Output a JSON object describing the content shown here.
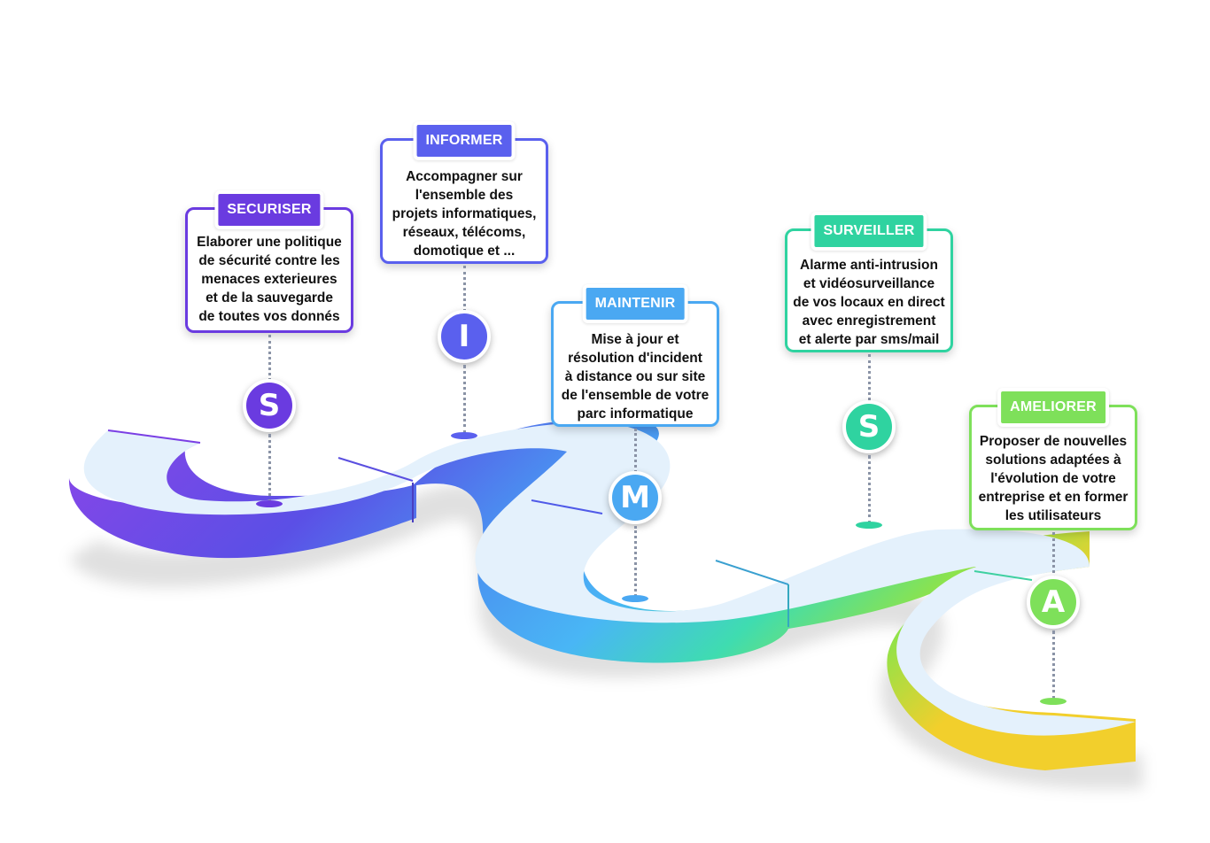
{
  "steps": [
    {
      "title": "SECURISER",
      "text": "Elaborer une politique\nde sécurité contre les\nmenaces exterieures\net de la sauvegarde\nde toutes vos donnés",
      "badge": "S",
      "icon": "s-letter-icon",
      "color": "#6a3be0"
    },
    {
      "title": "INFORMER",
      "text": "Accompagner sur\nl'ensemble des\nprojets informatiques,\nréseaux, télécoms,\ndomotique et ...",
      "badge": "I",
      "icon": "i-letter-icon",
      "color": "#5a60ee"
    },
    {
      "title": "MAINTENIR",
      "text": "Mise à jour et\nrésolution d'incident\nà distance ou sur site\nde l'ensemble de votre\nparc informatique",
      "badge": "M",
      "icon": "m-letter-icon",
      "color": "#4aa8f2"
    },
    {
      "title": "SURVEILLER",
      "text": "Alarme anti-intrusion\net vidéosurveillance\nde vos locaux en direct\navec enregistrement\net alerte par sms/mail",
      "badge": "S",
      "icon": "s-letter-icon",
      "color": "#2fd3a0"
    },
    {
      "title": "AMELIORER",
      "text": "Proposer de nouvelles\nsolutions adaptées à\nl'évolution de votre\nentreprise et en former\nles utilisateurs",
      "badge": "A",
      "icon": "a-letter-icon",
      "color": "#7ee05a"
    }
  ],
  "road_colors": [
    "#7a3fe4",
    "#5a52ea",
    "#4a9ff2",
    "#3ed8b0",
    "#8fe34a",
    "#f0d030"
  ]
}
